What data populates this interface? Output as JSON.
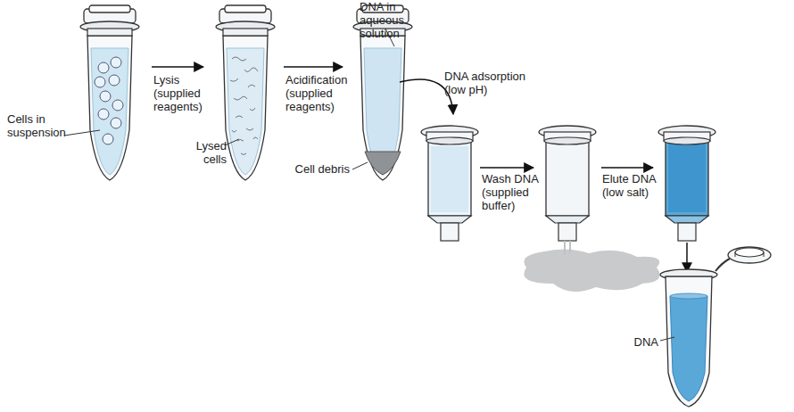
{
  "diagram": {
    "labels": [
      "Cells in suspension",
      "Lysis (supplied reagents)",
      "Lysed cells",
      "DNA in aqueous solution",
      "Acidification (supplied reagents)",
      "Cell debris",
      "DNA adsorption (low pH)",
      "Wash DNA (supplied buffer)",
      "Elute DNA (low salt)",
      "DNA"
    ]
  }
}
